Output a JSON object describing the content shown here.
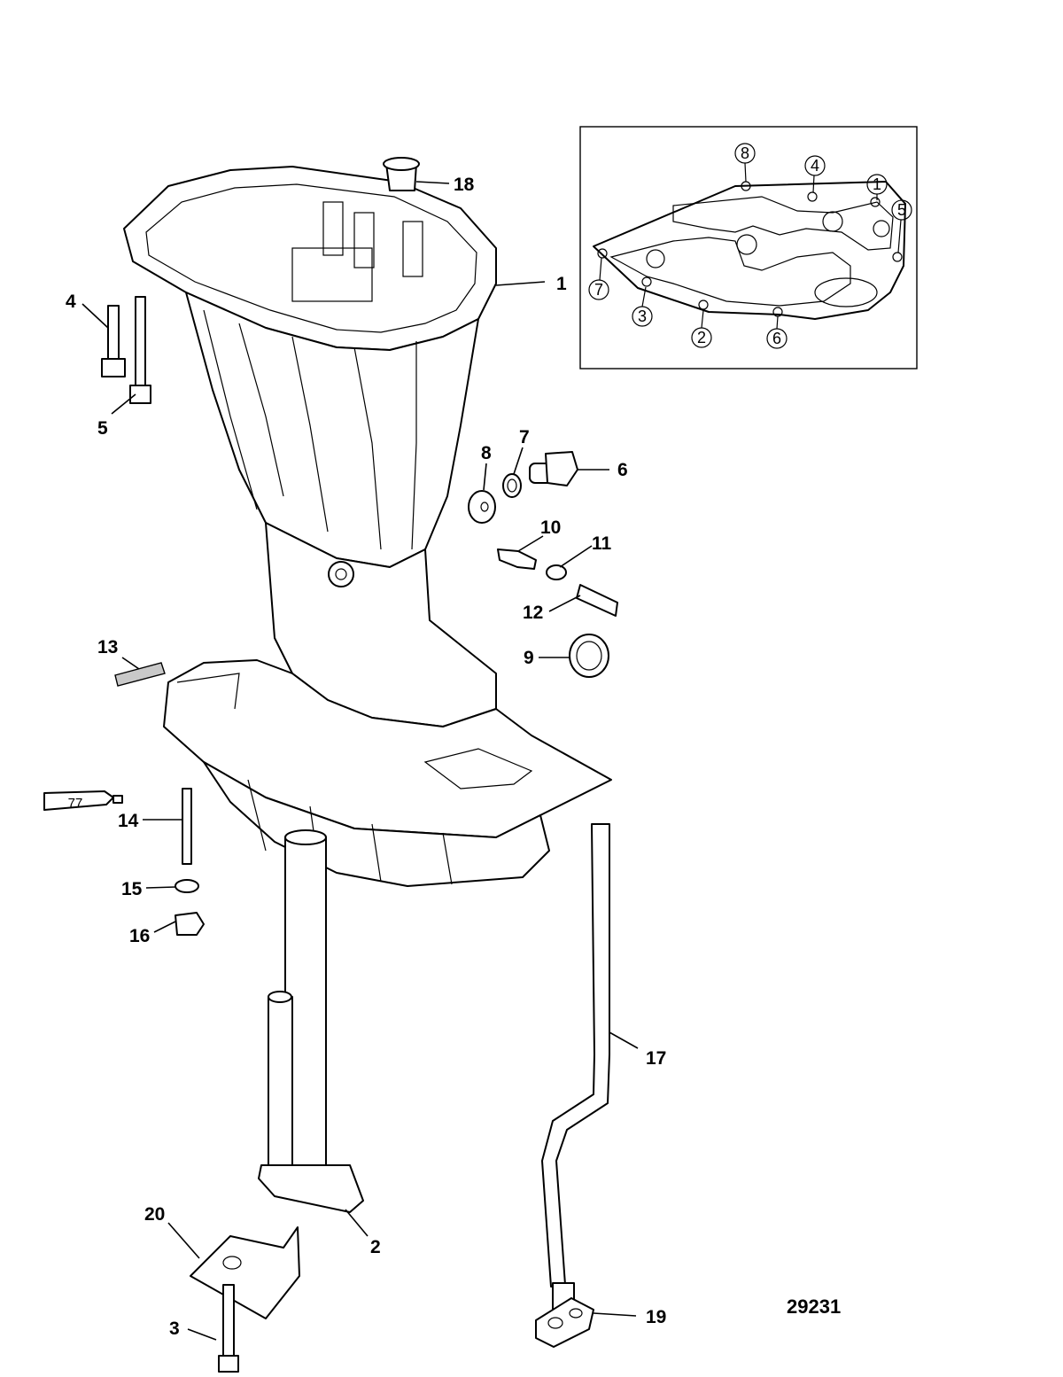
{
  "figure_number": "29231",
  "callouts": [
    {
      "id": "c1",
      "label": "1"
    },
    {
      "id": "c2",
      "label": "2"
    },
    {
      "id": "c3",
      "label": "3"
    },
    {
      "id": "c4",
      "label": "4"
    },
    {
      "id": "c5",
      "label": "5"
    },
    {
      "id": "c6",
      "label": "6"
    },
    {
      "id": "c7",
      "label": "7"
    },
    {
      "id": "c8",
      "label": "8"
    },
    {
      "id": "c9",
      "label": "9"
    },
    {
      "id": "c10",
      "label": "10"
    },
    {
      "id": "c11",
      "label": "11"
    },
    {
      "id": "c12",
      "label": "12"
    },
    {
      "id": "c13",
      "label": "13"
    },
    {
      "id": "c14",
      "label": "14"
    },
    {
      "id": "c15",
      "label": "15"
    },
    {
      "id": "c16",
      "label": "16"
    },
    {
      "id": "c17",
      "label": "17"
    },
    {
      "id": "c18",
      "label": "18"
    },
    {
      "id": "c19",
      "label": "19"
    },
    {
      "id": "c20",
      "label": "20"
    }
  ],
  "sealant_tube_label": "77",
  "inset": {
    "bolt_sequence": [
      "1",
      "2",
      "3",
      "4",
      "5",
      "6",
      "7",
      "8"
    ]
  }
}
